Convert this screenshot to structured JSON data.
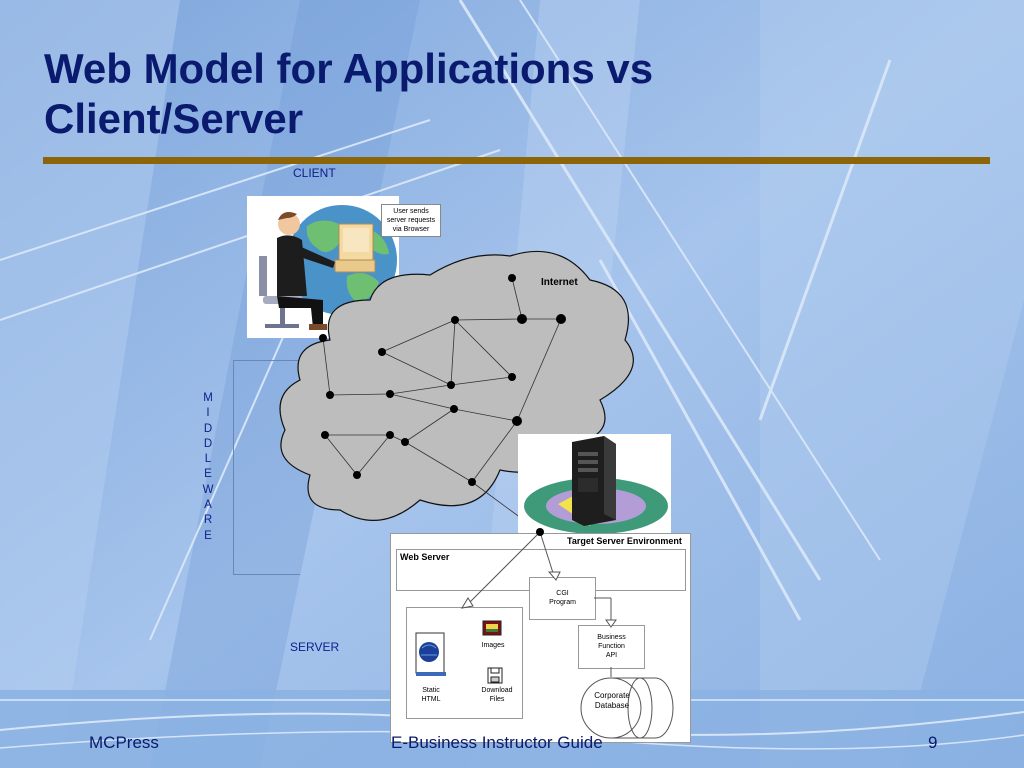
{
  "slide": {
    "title_line1": "Web Model for Applications vs",
    "title_line2": "Client/Server"
  },
  "diagram": {
    "client_label": "CLIENT",
    "server_label": "SERVER",
    "middleware_letters": [
      "M",
      "I",
      "D",
      "D",
      "L",
      "E",
      "W",
      "A",
      "R",
      "E"
    ],
    "client_note": [
      "User sends",
      "server requests",
      "via Browser"
    ],
    "internet_label": "Internet",
    "target_env_label": "Target Server Environment",
    "web_server_label": "Web Server",
    "cgi_label": [
      "CGI",
      "Program"
    ],
    "business_label": [
      "Business",
      "Function",
      "API"
    ],
    "images_label": "Images",
    "static_label": [
      "Static",
      "HTML"
    ],
    "download_label": [
      "Download",
      "Files"
    ],
    "db_label": [
      "Corporate",
      "Database"
    ]
  },
  "footer": {
    "left": "MCPress",
    "center": "E-Business Instructor Guide",
    "page": "9"
  },
  "colors": {
    "title": "#0a1a6e",
    "rule": "#8b6508",
    "background": "#8fb3e3",
    "cloud": "#bdbdbd"
  }
}
